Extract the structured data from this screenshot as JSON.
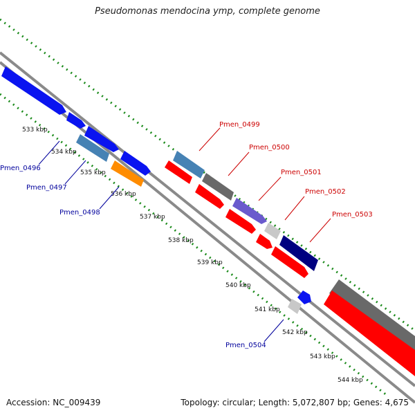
{
  "title": "Pseudomonas mendocina ymp, complete genome",
  "footer": {
    "accession": "Accession: NC_009439",
    "topology": "Topology: circular; Length: 5,072,807 bp; Genes: 4,675"
  },
  "ticks": [
    "533 kbp",
    "534 kbp",
    "535 kbp",
    "536 kbp",
    "537 kbp",
    "538 kbp",
    "539 kbp",
    "540 kbp",
    "541 kbp",
    "542 kbp",
    "543 kbp",
    "544 kbp"
  ],
  "gene_labels": {
    "forward": [
      "Pmen_0499",
      "Pmen_0500",
      "Pmen_0501",
      "Pmen_0502",
      "Pmen_0503"
    ],
    "reverse": [
      "Pmen_0496",
      "Pmen_0497",
      "Pmen_0498",
      "Pmen_0504"
    ]
  },
  "colors": {
    "blue": "#0a14f0",
    "steelblue": "#4682b4",
    "orange": "#ff8c00",
    "red": "#ff0000",
    "gray": "#696969",
    "lightgray": "#c8c8c8",
    "slateblue": "#6a5acd",
    "navy": "#000080",
    "backbone": "#8a8a8a",
    "gc_dots": "#1a8a1a",
    "label_forward": "#cc0000",
    "label_reverse": "#00009c"
  }
}
